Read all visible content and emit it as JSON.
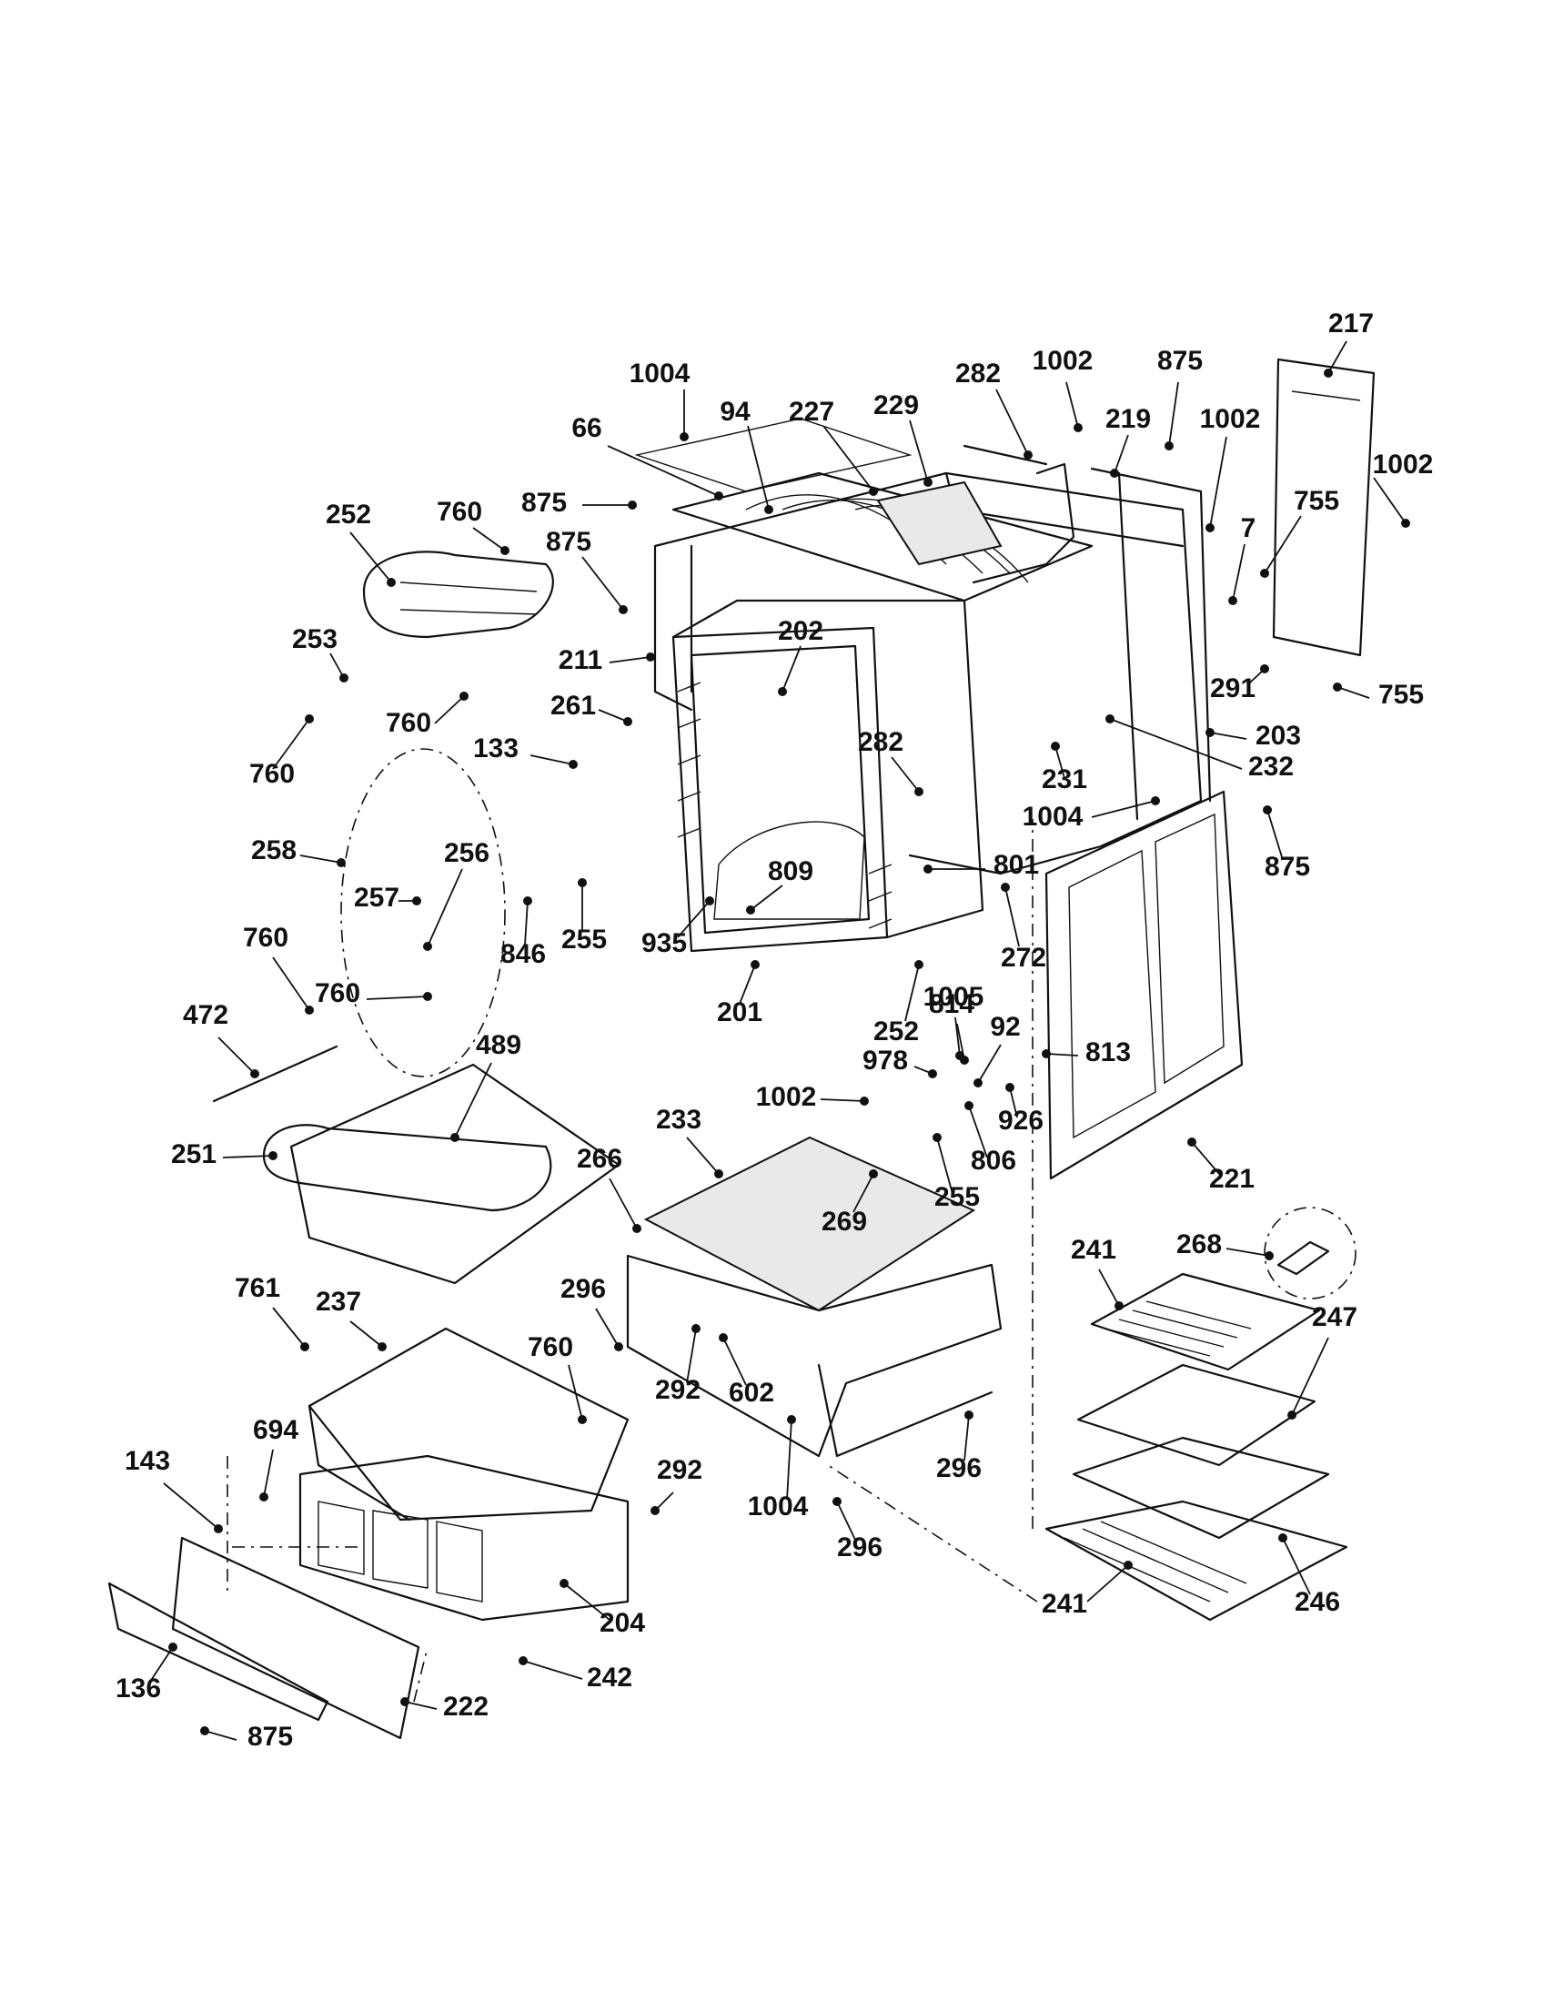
{
  "diagram": {
    "type": "exploded-parts-view",
    "callouts": [
      "1004",
      "94",
      "227",
      "229",
      "282",
      "1002",
      "875",
      "219",
      "1002",
      "217",
      "1002",
      "66",
      "875",
      "875",
      "755",
      "760",
      "252",
      "7",
      "755",
      "291",
      "253",
      "202",
      "211",
      "261",
      "760",
      "760",
      "133",
      "282",
      "203",
      "232",
      "231",
      "1004",
      "875",
      "258",
      "256",
      "257",
      "809",
      "801",
      "846",
      "255",
      "935",
      "272",
      "760",
      "760",
      "201",
      "252",
      "1005",
      "814",
      "92",
      "813",
      "472",
      "489",
      "978",
      "1002",
      "926",
      "806",
      "251",
      "233",
      "266",
      "255",
      "221",
      "269",
      "268",
      "241",
      "296",
      "247",
      "761",
      "237",
      "760",
      "292",
      "602",
      "694",
      "143",
      "296",
      "1004",
      "292",
      "296",
      "204",
      "241",
      "246",
      "242",
      "136",
      "222",
      "875"
    ]
  }
}
